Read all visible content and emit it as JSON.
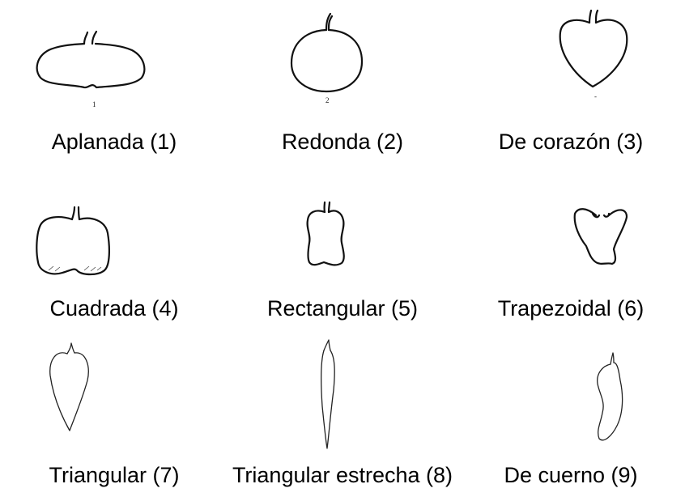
{
  "items": [
    {
      "label": "Aplanada (1)",
      "marker": "1"
    },
    {
      "label": "Redonda (2)",
      "marker": "2"
    },
    {
      "label": "De corazón (3)",
      "marker": "-"
    },
    {
      "label": "Cuadrada (4)"
    },
    {
      "label": "Rectangular (5)"
    },
    {
      "label": "Trapezoidal (6)"
    },
    {
      "label": "Triangular (7)"
    },
    {
      "label": "Triangular estrecha (8)"
    },
    {
      "label": "De cuerno (9)"
    }
  ]
}
